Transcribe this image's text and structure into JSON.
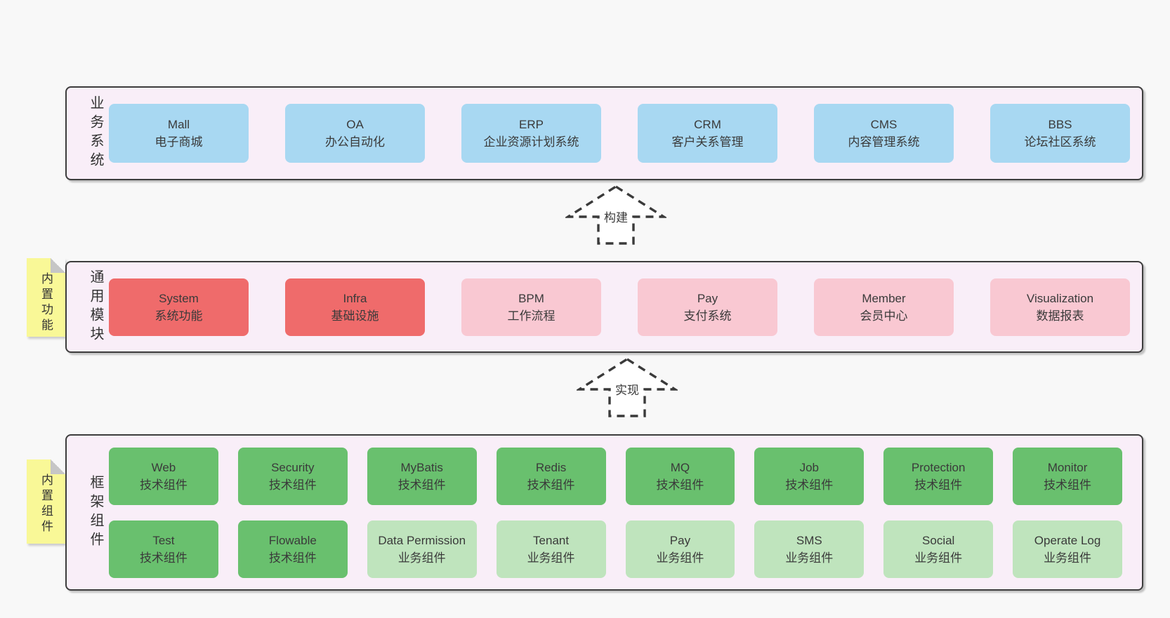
{
  "colors": {
    "page_background": "#f8f8f8",
    "layer_background": "#f9eef8",
    "layer_border": "#3d3d3d",
    "box_blue": "#a8d8f2",
    "box_red": "#ef6b6b",
    "box_pink": "#f9c8d2",
    "box_green": "#69c06e",
    "box_light_green": "#bfe4bd",
    "note_yellow": "#f9f897",
    "note_fold_gray": "#c6c6c6",
    "text": "#3a3a3a"
  },
  "arrows": [
    {
      "label": "构建"
    },
    {
      "label": "实现"
    }
  ],
  "notes": [
    {
      "label": "内置功能"
    },
    {
      "label": "内置组件"
    }
  ],
  "layers": [
    {
      "label": "业务系统",
      "boxes": [
        {
          "title": "Mall",
          "subtitle": "电子商城"
        },
        {
          "title": "OA",
          "subtitle": "办公自动化"
        },
        {
          "title": "ERP",
          "subtitle": "企业资源计划系统"
        },
        {
          "title": "CRM",
          "subtitle": "客户关系管理"
        },
        {
          "title": "CMS",
          "subtitle": "内容管理系统"
        },
        {
          "title": "BBS",
          "subtitle": "论坛社区系统"
        }
      ]
    },
    {
      "label": "通用模块",
      "boxes": [
        {
          "title": "System",
          "subtitle": "系统功能"
        },
        {
          "title": "Infra",
          "subtitle": "基础设施"
        },
        {
          "title": "BPM",
          "subtitle": "工作流程"
        },
        {
          "title": "Pay",
          "subtitle": "支付系统"
        },
        {
          "title": "Member",
          "subtitle": "会员中心"
        },
        {
          "title": "Visualization",
          "subtitle": "数据报表"
        }
      ]
    },
    {
      "label": "框架组件",
      "rows": [
        [
          {
            "title": "Web",
            "subtitle": "技术组件"
          },
          {
            "title": "Security",
            "subtitle": "技术组件"
          },
          {
            "title": "MyBatis",
            "subtitle": "技术组件"
          },
          {
            "title": "Redis",
            "subtitle": "技术组件"
          },
          {
            "title": "MQ",
            "subtitle": "技术组件"
          },
          {
            "title": "Job",
            "subtitle": "技术组件"
          },
          {
            "title": "Protection",
            "subtitle": "技术组件"
          },
          {
            "title": "Monitor",
            "subtitle": "技术组件"
          }
        ],
        [
          {
            "title": "Test",
            "subtitle": "技术组件"
          },
          {
            "title": "Flowable",
            "subtitle": "技术组件"
          },
          {
            "title": "Data Permission",
            "subtitle": "业务组件"
          },
          {
            "title": "Tenant",
            "subtitle": "业务组件"
          },
          {
            "title": "Pay",
            "subtitle": "业务组件"
          },
          {
            "title": "SMS",
            "subtitle": "业务组件"
          },
          {
            "title": "Social",
            "subtitle": "业务组件"
          },
          {
            "title": "Operate Log",
            "subtitle": "业务组件"
          }
        ]
      ]
    }
  ]
}
